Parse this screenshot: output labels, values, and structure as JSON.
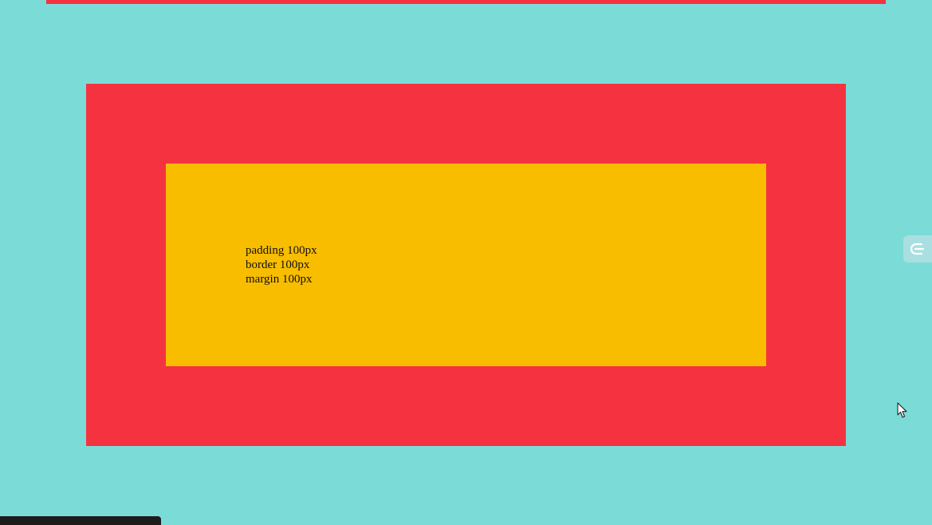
{
  "colors": {
    "page_background": "#7bdcd7",
    "border_red": "#f53340",
    "content_yellow": "#f9bd00",
    "bottom_bar": "#1c1c1c"
  },
  "demo": {
    "lines": [
      "padding 100px",
      "border 100px",
      "margin 100px"
    ]
  },
  "icons": {
    "side_widget": "extension-toggle-icon",
    "cursor": "mouse-pointer-icon"
  }
}
